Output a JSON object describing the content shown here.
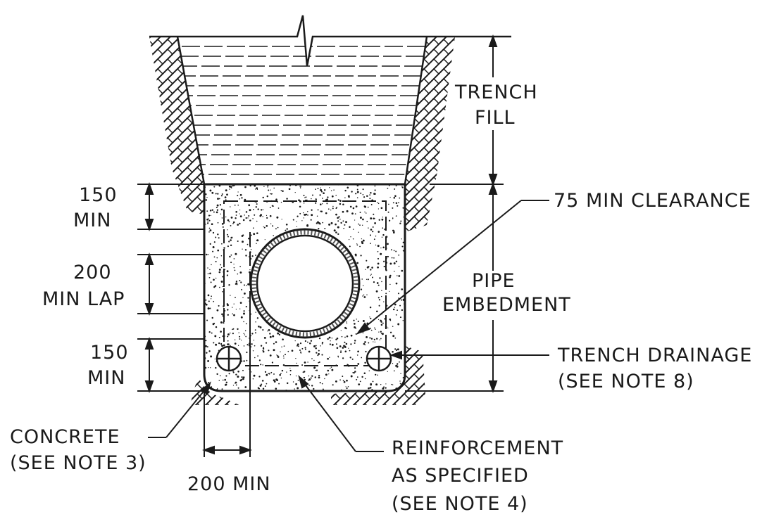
{
  "labels": {
    "trench_fill_line1": "TRENCH",
    "trench_fill_line2": "FILL",
    "clearance": "75 MIN CLEARANCE",
    "pipe_embedment_line1": "PIPE",
    "pipe_embedment_line2": "EMBEDMENT",
    "trench_drainage_line1": "TRENCH DRAINAGE",
    "trench_drainage_line2": "(SEE NOTE 8)",
    "top_cover_line1": "150",
    "top_cover_line2": "MIN",
    "lap_line1": "200",
    "lap_line2": "MIN LAP",
    "bottom_line1": "150",
    "bottom_line2": "MIN",
    "concrete_line1": "CONCRETE",
    "concrete_line2": "(SEE NOTE 3)",
    "side_min": "200 MIN",
    "reinforcement_line1": "REINFORCEMENT",
    "reinforcement_line2": "AS SPECIFIED",
    "reinforcement_line3": "(SEE NOTE 4)"
  },
  "colors": {
    "ink": "#1a1a1a",
    "background": "#ffffff"
  }
}
